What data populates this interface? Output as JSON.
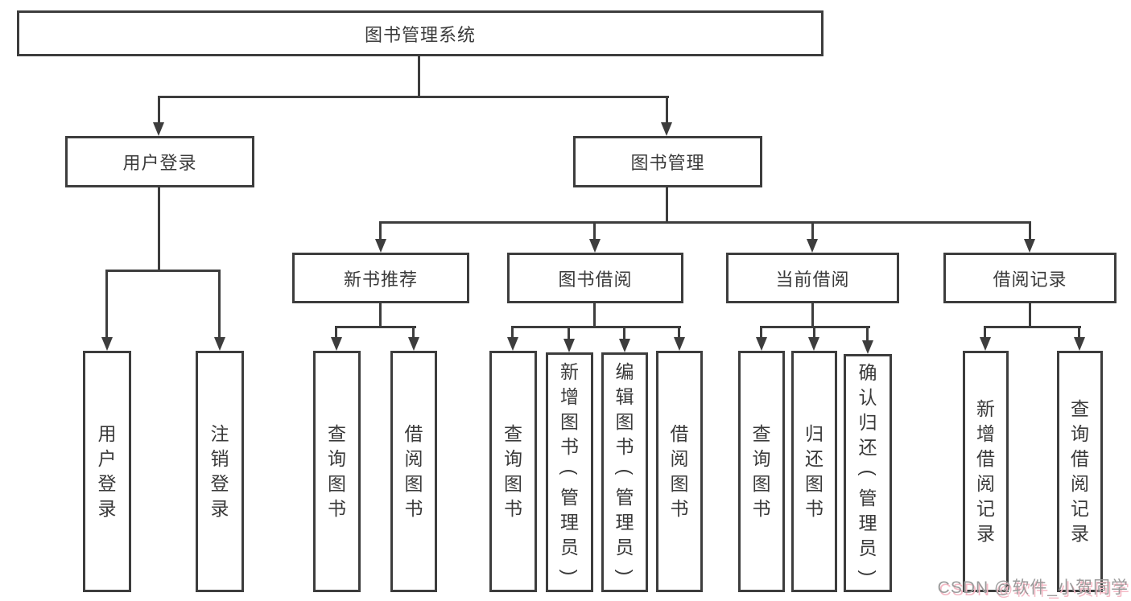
{
  "tree": {
    "root": "图书管理系统",
    "branches": [
      {
        "label": "用户登录",
        "children": [
          "用户登录",
          "注销登录"
        ]
      },
      {
        "label": "图书管理",
        "children": [
          {
            "label": "新书推荐",
            "children": [
              "查询图书",
              "借阅图书"
            ]
          },
          {
            "label": "图书借阅",
            "children": [
              "查询图书",
              "新增图书（管理员）",
              "编辑图书（管理员）",
              "借阅图书"
            ]
          },
          {
            "label": "当前借阅",
            "children": [
              "查询图书",
              "归还图书",
              "确认归还（管理员）"
            ]
          },
          {
            "label": "借阅记录",
            "children": [
              "新增借阅记录",
              "查询借阅记录"
            ]
          }
        ]
      }
    ]
  },
  "watermark": {
    "text": "CSDN @软件_小贺同学"
  },
  "colors": {
    "line": "#3d3d3d",
    "text": "#3a3a3a",
    "background": "#ffffff",
    "watermark_text": "#9b9b9b",
    "watermark_shadow": "#f5bac6"
  }
}
